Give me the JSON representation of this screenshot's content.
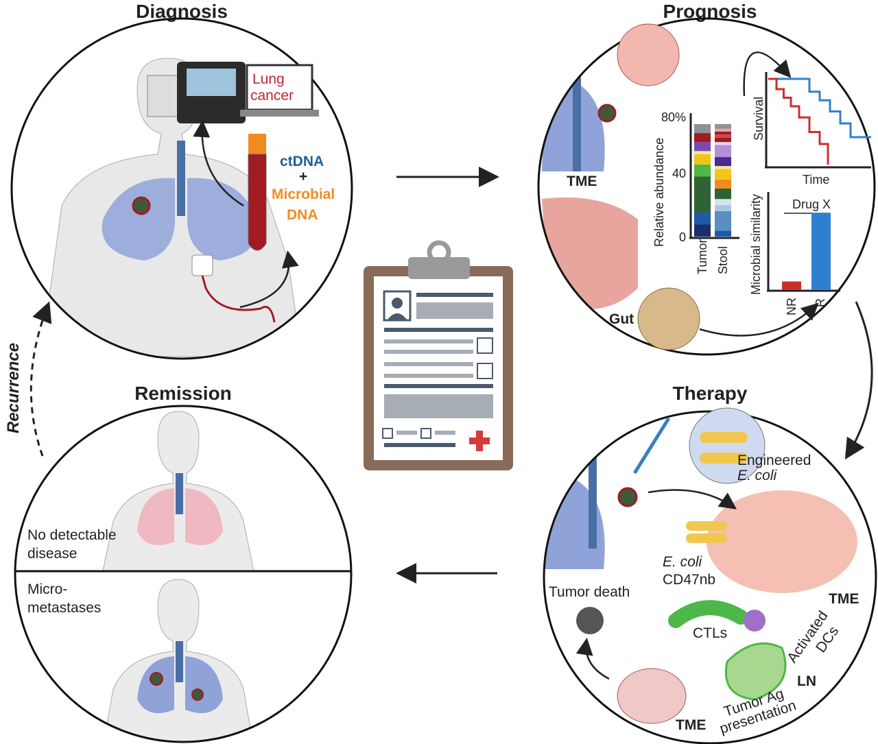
{
  "panels": {
    "diagnosis": {
      "title": "Diagnosis",
      "screen_text": [
        "Lung",
        "cancer"
      ],
      "ctdna": "ctDNA",
      "plus": "+",
      "microbial": [
        "Microbial",
        "DNA"
      ]
    },
    "prognosis": {
      "title": "Prognosis",
      "tme": "TME",
      "gut": "Gut",
      "abundance_chart": {
        "type": "bar",
        "stacked": true,
        "ylabel": "Relative abundance",
        "ticks": [
          "80%",
          "40",
          "0"
        ],
        "ylim": [
          0,
          80
        ],
        "categories": [
          "Tumor",
          "Stool"
        ],
        "stacks": [
          {
            "name": "Tumor",
            "segments": [
              [
                8,
                "#1c2f6b"
              ],
              [
                8,
                "#1f5aa8"
              ],
              [
                24,
                "#2e6434"
              ],
              [
                8,
                "#4db849"
              ],
              [
                7,
                "#f0c619"
              ],
              [
                2,
                "#f7e7a0"
              ],
              [
                6,
                "#7a4bb0"
              ],
              [
                6,
                "#a01c22"
              ],
              [
                6,
                "#8e9396"
              ]
            ]
          },
          {
            "name": "Stool",
            "segments": [
              [
                4,
                "#1f5aa8"
              ],
              [
                13,
                "#5a8fc4"
              ],
              [
                4,
                "#a9c7e3"
              ],
              [
                4,
                "#d6e4f2"
              ],
              [
                7,
                "#2e6434"
              ],
              [
                6,
                "#f28a22"
              ],
              [
                7,
                "#f0c619"
              ],
              [
                2,
                "#f7e7a0"
              ],
              [
                6,
                "#4a2b8c"
              ],
              [
                8,
                "#b590d6"
              ],
              [
                2,
                "#e3d6f0"
              ],
              [
                3,
                "#a01c22"
              ],
              [
                2,
                "#c94a4f"
              ],
              [
                2,
                "#a01c22"
              ],
              [
                2,
                "#e1a5a7"
              ],
              [
                3,
                "#8e9396"
              ]
            ]
          }
        ]
      },
      "survival_chart": {
        "type": "line",
        "ylabel": "Survival",
        "xlabel": "Time",
        "series": [
          {
            "color": "#2f7fd1",
            "x": [
              0,
              4,
              4,
              5,
              5,
              6,
              6,
              7,
              7,
              8,
              8,
              10
            ],
            "y": [
              1,
              1,
              0.85,
              0.85,
              0.75,
              0.75,
              0.62,
              0.62,
              0.48,
              0.48,
              0.32,
              0.32
            ]
          },
          {
            "color": "#c9302c",
            "x": [
              0,
              0.8,
              0.8,
              1.5,
              1.5,
              2.2,
              2.2,
              3,
              3,
              4,
              4,
              5,
              5,
              5.8,
              5.8
            ],
            "y": [
              1,
              1,
              0.88,
              0.88,
              0.78,
              0.78,
              0.68,
              0.68,
              0.55,
              0.55,
              0.38,
              0.38,
              0.24,
              0.24,
              0
            ]
          }
        ]
      },
      "similarity_chart": {
        "type": "bar",
        "title": "Drug X",
        "ylabel": "Microbial similarity",
        "categories": [
          "NR",
          "R"
        ],
        "values": [
          0.1,
          0.9
        ],
        "colors": [
          "#c9302c",
          "#2f7fd1"
        ]
      }
    },
    "remission": {
      "title": "Remission",
      "top_label": [
        "No detectable",
        "disease"
      ],
      "bottom_label": [
        "Micro-",
        "metastases"
      ]
    },
    "therapy": {
      "title": "Therapy",
      "engineered": "Engineered",
      "ecoli": "E. coli",
      "ecoli2": "E. coli",
      "cd47": "CD47nb",
      "tme1": "TME",
      "tumor_death": "Tumor death",
      "ctls": "CTLs",
      "activated": "Activated",
      "dcs": "DCs",
      "ln": "LN",
      "tumor_ag": "Tumor Ag",
      "presentation": "presentation",
      "tme2": "TME"
    }
  },
  "recurrence": "Recurrence",
  "colors": {
    "lung": "#8fa3d9",
    "lung_remission": "#f0b8c0",
    "trachea": "#4a6fa5",
    "blood": "#a01c22",
    "ctdna": "#1d5fa0",
    "microbial": "#f28a22",
    "clipboard": "#8a6a58"
  }
}
